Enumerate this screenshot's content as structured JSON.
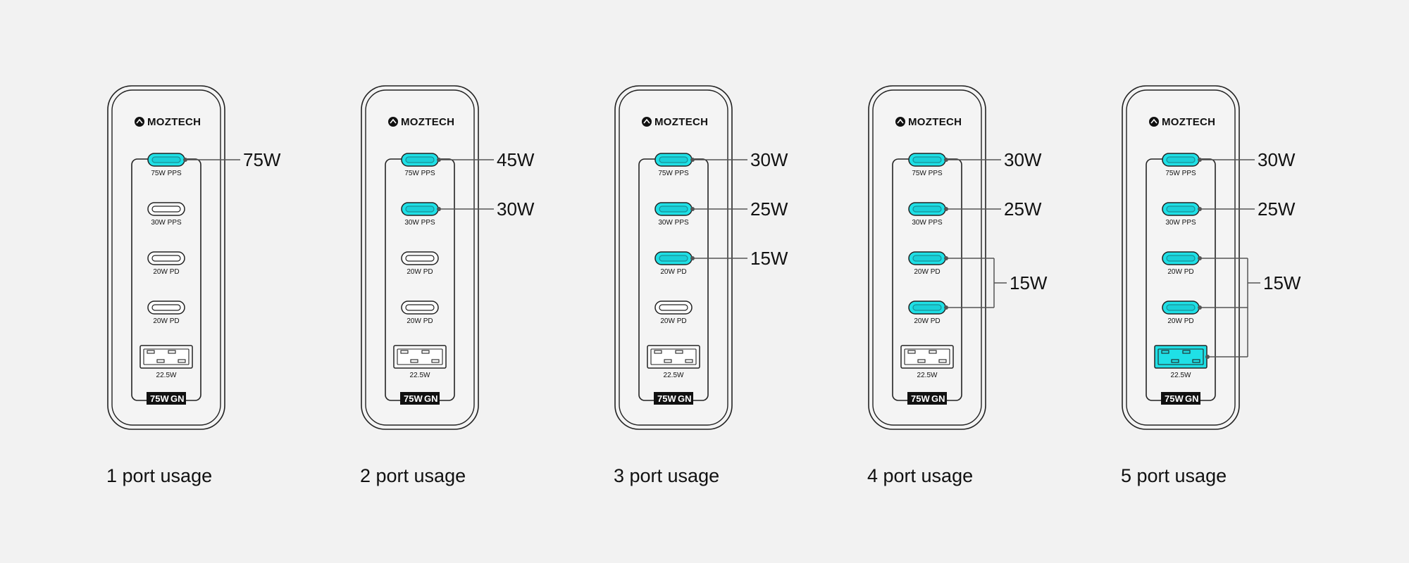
{
  "brand": "MOZTECH",
  "badge": {
    "watts": "75W",
    "tech": "GN"
  },
  "ports": [
    {
      "label": "75W PPS",
      "type": "usb-c"
    },
    {
      "label": "30W PPS",
      "type": "usb-c"
    },
    {
      "label": "20W PD",
      "type": "usb-c"
    },
    {
      "label": "20W PD",
      "type": "usb-c"
    },
    {
      "label": "22.5W",
      "type": "usb-a"
    }
  ],
  "colors": {
    "active_port": "#1fe0e6",
    "outline": "#222222",
    "background": "#f2f2f2"
  },
  "icons": [
    "moztech-logo-icon",
    "usb-c-port-icon",
    "usb-a-port-icon"
  ],
  "configurations": [
    {
      "title": "1 port usage",
      "active": [
        0
      ],
      "outputs": [
        {
          "ports": [
            0
          ],
          "text": "75W"
        }
      ]
    },
    {
      "title": "2 port usage",
      "active": [
        0,
        1
      ],
      "outputs": [
        {
          "ports": [
            0
          ],
          "text": "45W"
        },
        {
          "ports": [
            1
          ],
          "text": "30W"
        }
      ]
    },
    {
      "title": "3 port usage",
      "active": [
        0,
        1,
        2
      ],
      "outputs": [
        {
          "ports": [
            0
          ],
          "text": "30W"
        },
        {
          "ports": [
            1
          ],
          "text": "25W"
        },
        {
          "ports": [
            2
          ],
          "text": "15W"
        }
      ]
    },
    {
      "title": "4 port usage",
      "active": [
        0,
        1,
        2,
        3
      ],
      "outputs": [
        {
          "ports": [
            0
          ],
          "text": "30W"
        },
        {
          "ports": [
            1
          ],
          "text": "25W"
        },
        {
          "ports": [
            2,
            3
          ],
          "text": "15W"
        }
      ]
    },
    {
      "title": "5 port usage",
      "active": [
        0,
        1,
        2,
        3,
        4
      ],
      "outputs": [
        {
          "ports": [
            0
          ],
          "text": "30W"
        },
        {
          "ports": [
            1
          ],
          "text": "25W"
        },
        {
          "ports": [
            2,
            3,
            4
          ],
          "text": "15W"
        }
      ]
    }
  ]
}
